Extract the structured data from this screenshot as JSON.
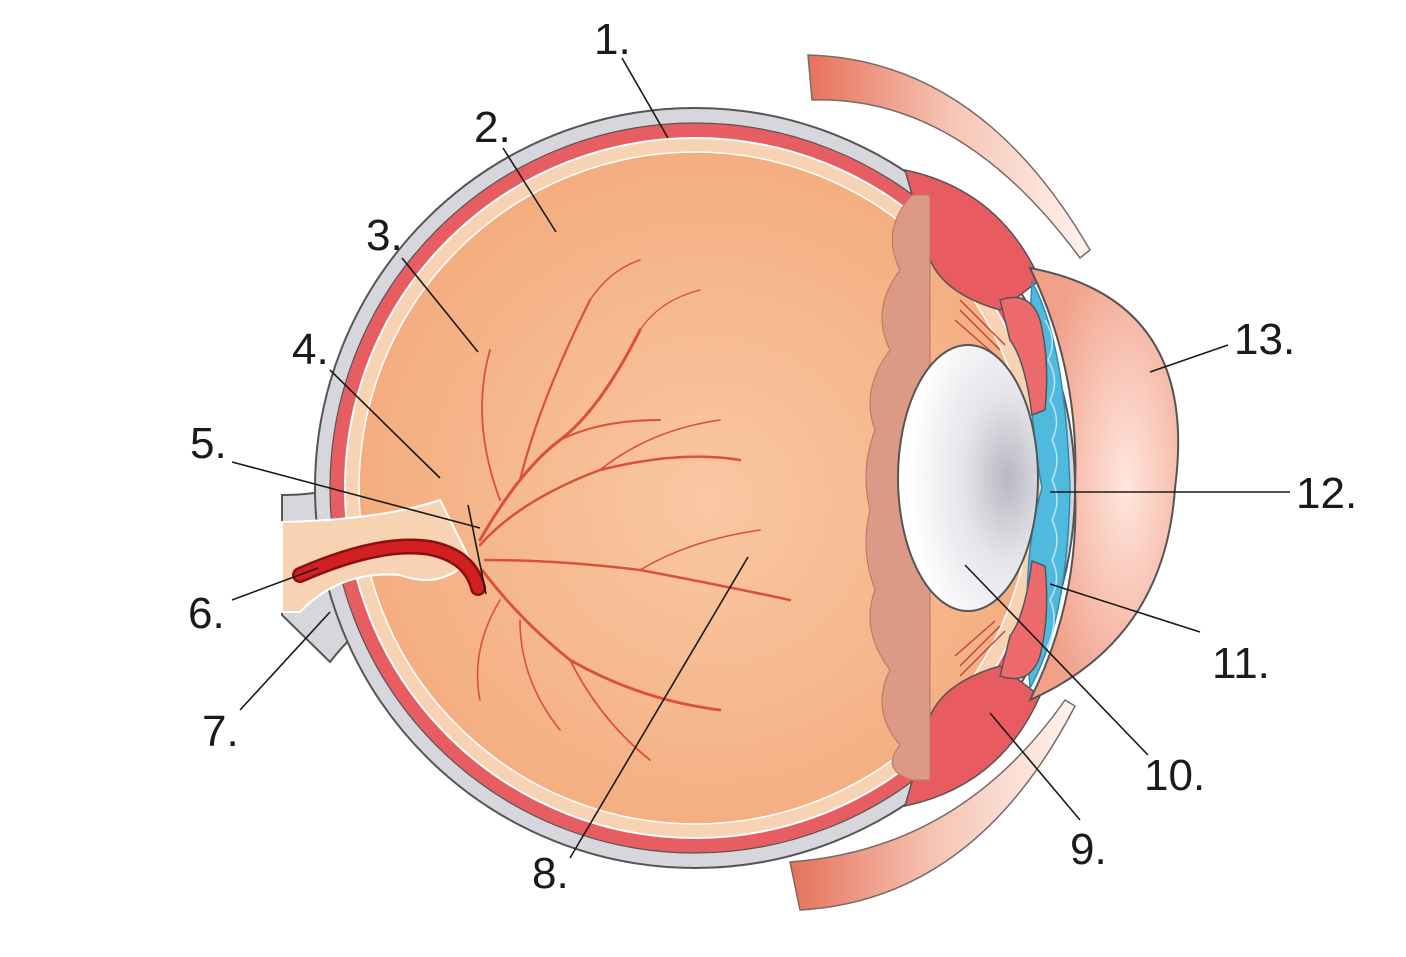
{
  "diagram": {
    "labels": [
      {
        "id": "1",
        "text": "1."
      },
      {
        "id": "2",
        "text": "2."
      },
      {
        "id": "3",
        "text": "3."
      },
      {
        "id": "4",
        "text": "4."
      },
      {
        "id": "5",
        "text": "5."
      },
      {
        "id": "6",
        "text": "6."
      },
      {
        "id": "7",
        "text": "7."
      },
      {
        "id": "8",
        "text": "8."
      },
      {
        "id": "9",
        "text": "9."
      },
      {
        "id": "10",
        "text": "10."
      },
      {
        "id": "11",
        "text": "11."
      },
      {
        "id": "12",
        "text": "12."
      },
      {
        "id": "13",
        "text": "13."
      }
    ],
    "colors": {
      "sclera": "#d7d6dc",
      "choroid": "#e75e62",
      "retina": "#f7d2b3",
      "vitreous": "#f6b98f",
      "lens": "#e9e9ee",
      "iris": "#ec6a6c",
      "aqueous": "#4fb9de",
      "cornea": "#f3a88f",
      "blood_vessel": "#c81e1e",
      "eyelid": "#e8826b"
    }
  }
}
